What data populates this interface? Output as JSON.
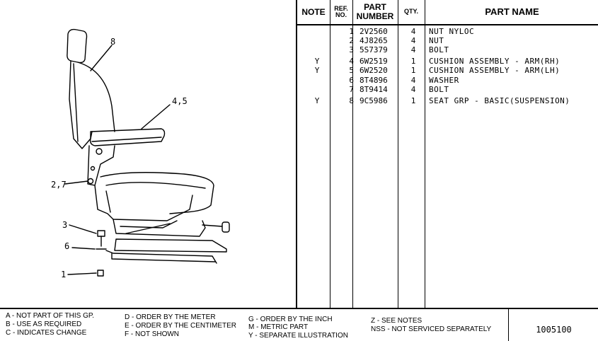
{
  "table": {
    "headers": {
      "note": "NOTE",
      "ref_line1": "REF.",
      "ref_line2": "NO.",
      "part_line1": "PART",
      "part_line2": "NUMBER",
      "qty": "QTY.",
      "name": "PART NAME"
    },
    "rows": [
      {
        "note": "",
        "ref": "1",
        "part": "2V2560",
        "qty": "4",
        "name": "NUT NYLOC"
      },
      {
        "note": "",
        "ref": "2",
        "part": "4J8265",
        "qty": "4",
        "name": "NUT"
      },
      {
        "note": "",
        "ref": "3",
        "part": "5S7379",
        "qty": "4",
        "name": "BOLT"
      },
      {
        "note": "Y",
        "ref": "4",
        "part": "6W2519",
        "qty": "1",
        "name": "CUSHION ASSEMBLY - ARM(RH)"
      },
      {
        "note": "Y",
        "ref": "5",
        "part": "6W2520",
        "qty": "1",
        "name": "CUSHION ASSEMBLY - ARM(LH)"
      },
      {
        "note": "",
        "ref": "6",
        "part": "8T4896",
        "qty": "4",
        "name": "WASHER"
      },
      {
        "note": "",
        "ref": "7",
        "part": "8T9414",
        "qty": "4",
        "name": "BOLT"
      },
      {
        "note": "Y",
        "ref": "8",
        "part": "9C5986",
        "qty": "1",
        "name": "SEAT GRP - BASIC(SUSPENSION)"
      }
    ]
  },
  "diagram": {
    "callouts": {
      "c8": "8",
      "c45": "4,5",
      "c27": "2,7",
      "c3": "3",
      "c6": "6",
      "c1": "1"
    }
  },
  "legend": {
    "a": "A - NOT PART OF THIS GP.",
    "b": "B - USE AS REQUIRED",
    "c": "C - INDICATES CHANGE",
    "d": "D - ORDER BY THE METER",
    "e": "E - ORDER BY THE CENTIMETER",
    "f": "F - NOT SHOWN",
    "g": "G - ORDER BY THE INCH",
    "m": "M - METRIC PART",
    "y": "Y - SEPARATE ILLUSTRATION",
    "z": "Z - SEE NOTES",
    "nss": "NSS - NOT SERVICED SEPARATELY"
  },
  "document_number": "1005100"
}
